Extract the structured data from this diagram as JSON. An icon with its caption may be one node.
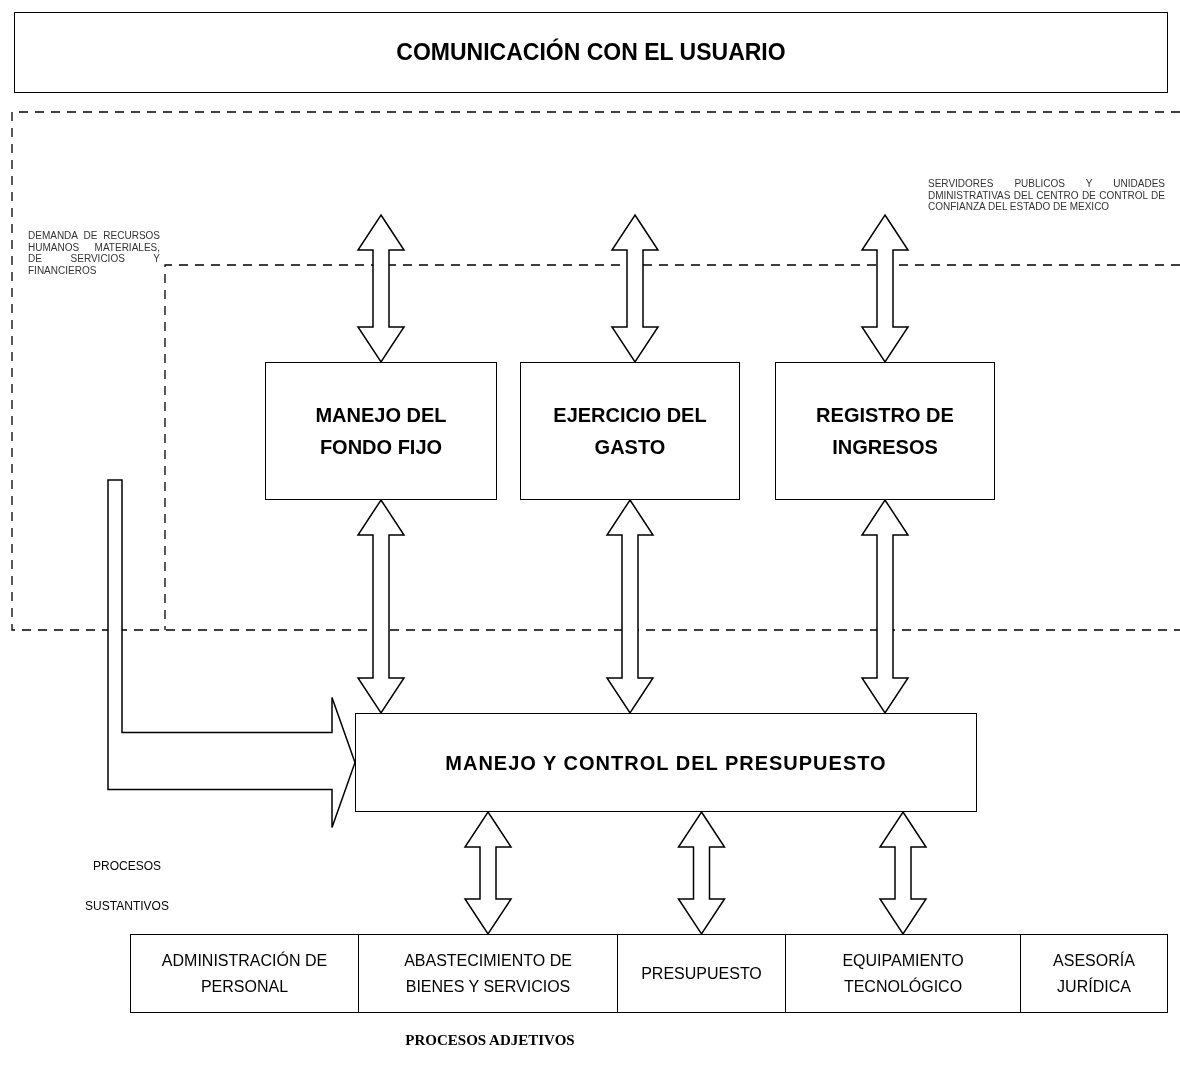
{
  "diagram": {
    "nodes": [
      {
        "text": [
          "COMUNICACIÓN CON EL USUARIO"
        ]
      },
      {
        "text": [
          "MANEJO DEL FONDO FIJO"
        ]
      },
      {
        "text": [
          "EJERCICIO DEL GASTO"
        ]
      },
      {
        "text": [
          "REGISTRO DE INGRESOS"
        ]
      },
      {
        "text": [
          "MANEJO Y CONTROL DEL PRESUPUESTO"
        ]
      },
      {
        "text": [
          "ADMINISTRACIÓN DE PERSONAL"
        ]
      },
      {
        "text": [
          "ABASTECIMIENTO DE BIENES Y SERVICIOS"
        ]
      },
      {
        "text": [
          "PRESUPUESTO"
        ]
      },
      {
        "text": [
          "EQUIPAMIENTO TECNOLÓGICO"
        ]
      },
      {
        "text": [
          "ASESORÍA JURÍDICA"
        ]
      }
    ],
    "edges": [
      {
        "from": null,
        "to": 1,
        "arrow": "both"
      },
      {
        "from": null,
        "to": 2,
        "arrow": "both"
      },
      {
        "from": null,
        "to": 3,
        "arrow": "both"
      },
      {
        "from": 1,
        "to": 4,
        "arrow": "both"
      },
      {
        "from": 2,
        "to": 4,
        "arrow": "both"
      },
      {
        "from": 3,
        "to": 4,
        "arrow": "both"
      },
      {
        "from": 4,
        "to": 6,
        "arrow": "both"
      },
      {
        "from": 4,
        "to": 7,
        "arrow": "both"
      },
      {
        "from": 4,
        "to": 8,
        "arrow": "both"
      },
      {
        "from": null,
        "to": 4,
        "arrow": "to"
      }
    ],
    "labels": [
      "SERVIDORES PUBLICOS Y UNIDADES DMINISTRATIVAS DEL CENTRO DE CONTROL DE CONFIANZA DEL ESTADO DE MEXICO",
      "DEMANDA DE RECURSOS HUMANOS MATERIALES, DE SERVICIOS Y FINANCIEROS",
      "PROCESOS SUSTANTIVOS",
      "PROCESOS ADJETIVOS"
    ]
  }
}
